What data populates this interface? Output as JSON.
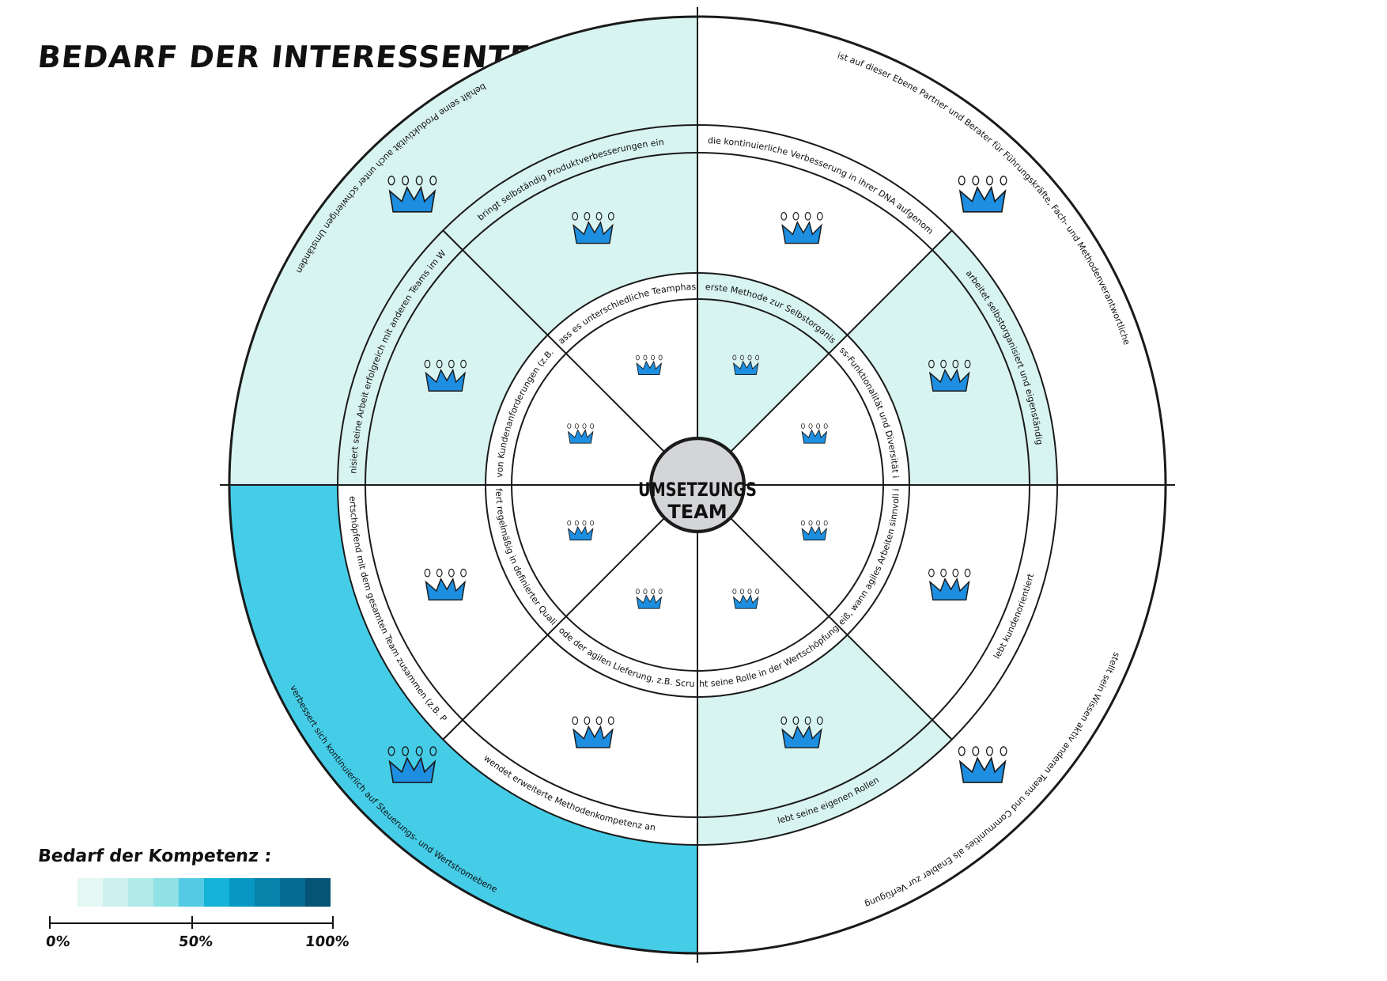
{
  "title": "BEDARF DER INTERESSENTEN",
  "center": {
    "line1": "UMSETZUNGS",
    "line2": "TEAM"
  },
  "legend": {
    "title": "Bedarf der Kompetenz :",
    "colors": [
      "#e4f7f5",
      "#cdf1ef",
      "#b3ebe9",
      "#8fe1e6",
      "#54cbe4",
      "#16b3d8",
      "#0797c2",
      "#0782ab",
      "#066b90",
      "#065475"
    ],
    "ticks": [
      "0%",
      "50%",
      "100%"
    ]
  },
  "colors": {
    "stroke": "#1a1a1a",
    "light": "#d8f4f1",
    "strong": "#45cde8",
    "white": "#ffffff",
    "hub": "#d3d5d8",
    "icon_blue": "#1d8ee0"
  },
  "outer_ring": [
    {
      "text": "ist auf dieser Ebene Partner und Berater für Führungskräfte, Fach- und Methodenverantwortliche",
      "fill": "white"
    },
    {
      "text": "stellt sein Wissen aktiv anderen Teams und Communities als Enabler zur Verfügung",
      "fill": "white"
    },
    {
      "text": "verbessert sich kontinuierlich auf Steuerungs- und Wertstromebene",
      "fill": "strong"
    },
    {
      "text": "behält seine Produktivität auch unter schwierigen Umständen",
      "fill": "light"
    }
  ],
  "middle_ring": [
    {
      "text": "hat die kontinuierliche Verbesserung in ihrer DNA aufgenommen",
      "fill": "white"
    },
    {
      "text": "arbeitet selbstorganisiert und eigenständig",
      "fill": "light"
    },
    {
      "text": "lebt kundenorientiert",
      "fill": "white"
    },
    {
      "text": "lebt seine eigenen Rollen",
      "fill": "light"
    },
    {
      "text": "wendet erweiterte Methodenkompetenz an",
      "fill": "white"
    },
    {
      "text": "arbeitet wertschöpfend mit dem gesamten Team zusammen (z.B. PO und SM)",
      "fill": "white"
    },
    {
      "text": "synchronisiert seine Arbeit erfolgreich mit anderen Teams im Wertstrom",
      "fill": "light"
    },
    {
      "text": "bringt selbständig Produktverbesserungen ein",
      "fill": "light"
    }
  ],
  "inner_ring": [
    {
      "text": "nutzt erste Methode zur Selbstorganisation",
      "fill": "light"
    },
    {
      "text": "versteht den Nutzen von Cross-Funktionalität und Diversität im Team zur Wertgenerierung",
      "fill": "white"
    },
    {
      "text": "weiß, wann agiles Arbeiten sinnvoll ist",
      "fill": "white"
    },
    {
      "text": "versteht seine Rolle in der Wertschöpfungskette",
      "fill": "white"
    },
    {
      "text": "nutzt eine Methode der agilen Lieferung, z.B. Scrum oder Kanban",
      "fill": "white"
    },
    {
      "text": "Liefert regelmäßig in definierter Qualität",
      "fill": "white"
    },
    {
      "text": "versteht Relevanz von Kundenanforderungen (z.B. \"Jobs to be done\")",
      "fill": "white"
    },
    {
      "text": "Weiß, dass es unterschiedliche Teamphasen gibt",
      "fill": "white"
    }
  ]
}
